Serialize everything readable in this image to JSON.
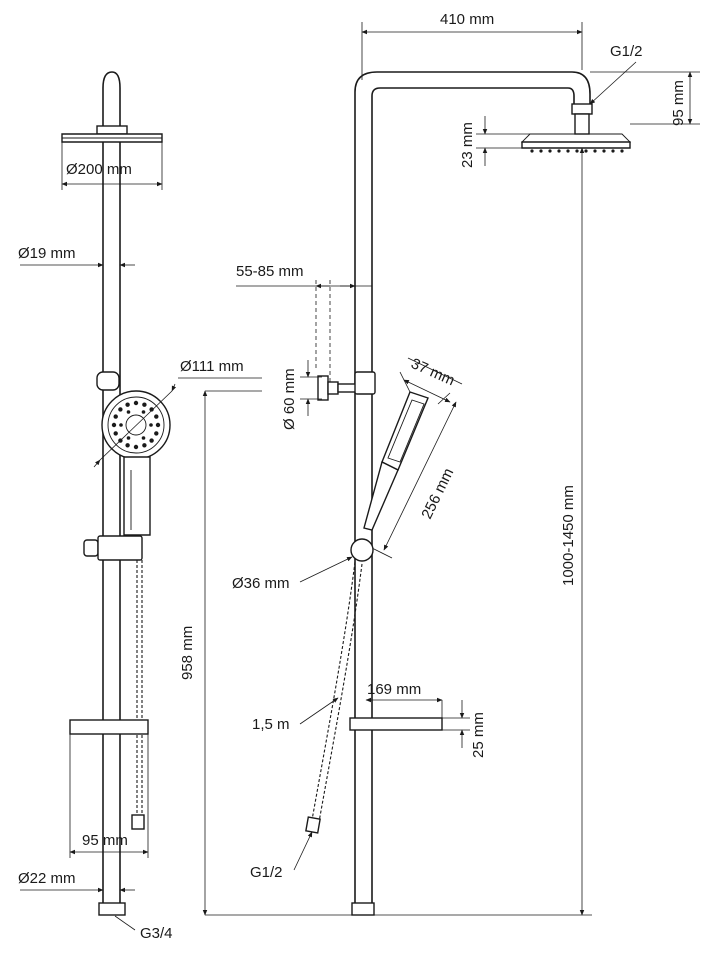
{
  "labels": {
    "diam_200": "Ø200 mm",
    "diam_19": "Ø19 mm",
    "diam_111": "Ø111 mm",
    "h_958": "958 mm",
    "w_95": "95 mm",
    "diam_22": "Ø22 mm",
    "g34": "G3/4",
    "w_410": "410 mm",
    "g12_top": "G1/2",
    "h_95": "95 mm",
    "h_23": "23 mm",
    "r_55_85": "55-85 mm",
    "diam_60": "Ø 60 mm",
    "w_37": "37 mm",
    "l_256": "256 mm",
    "h_1000_1450": "1000-1450 mm",
    "diam_36": "Ø36 mm",
    "w_169": "169 mm",
    "hose_15": "1,5 m",
    "h_25": "25 mm",
    "g12_bottom": "G1/2"
  }
}
